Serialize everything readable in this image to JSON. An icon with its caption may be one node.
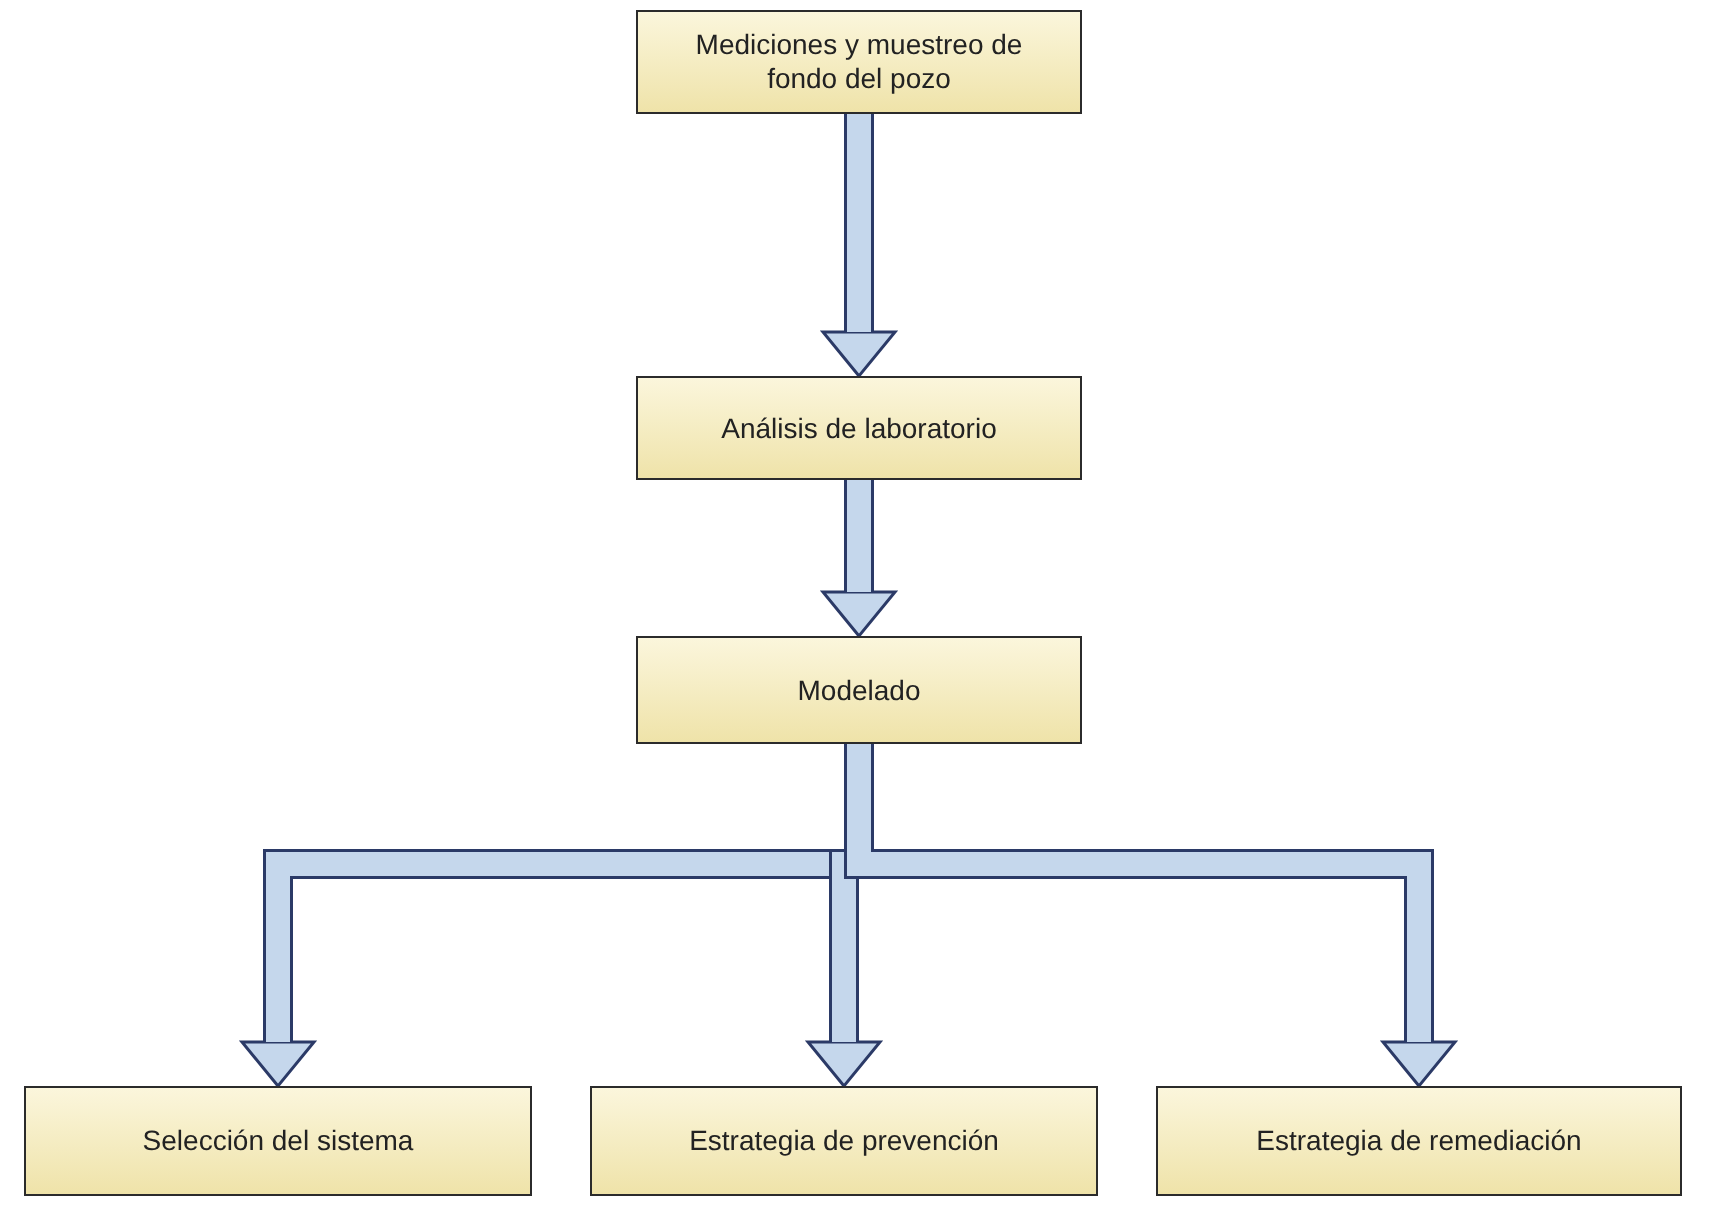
{
  "diagram": {
    "nodes": [
      {
        "text": [
          "Mediciones y muestreo de fondo del pozo"
        ]
      },
      {
        "text": [
          "Análisis de laboratorio"
        ]
      },
      {
        "text": [
          "Modelado"
        ]
      },
      {
        "text": [
          "Selección del sistema"
        ]
      },
      {
        "text": [
          "Estrategia de prevención"
        ]
      },
      {
        "text": [
          "Estrategia de remediación"
        ]
      }
    ],
    "edges": [
      {
        "from": 0,
        "to": 1,
        "arrow": "to"
      },
      {
        "from": 1,
        "to": 2,
        "arrow": "to"
      },
      {
        "from": 2,
        "to": 3,
        "arrow": "to"
      },
      {
        "from": 2,
        "to": 4,
        "arrow": "to"
      },
      {
        "from": 2,
        "to": 5,
        "arrow": "to"
      }
    ]
  }
}
